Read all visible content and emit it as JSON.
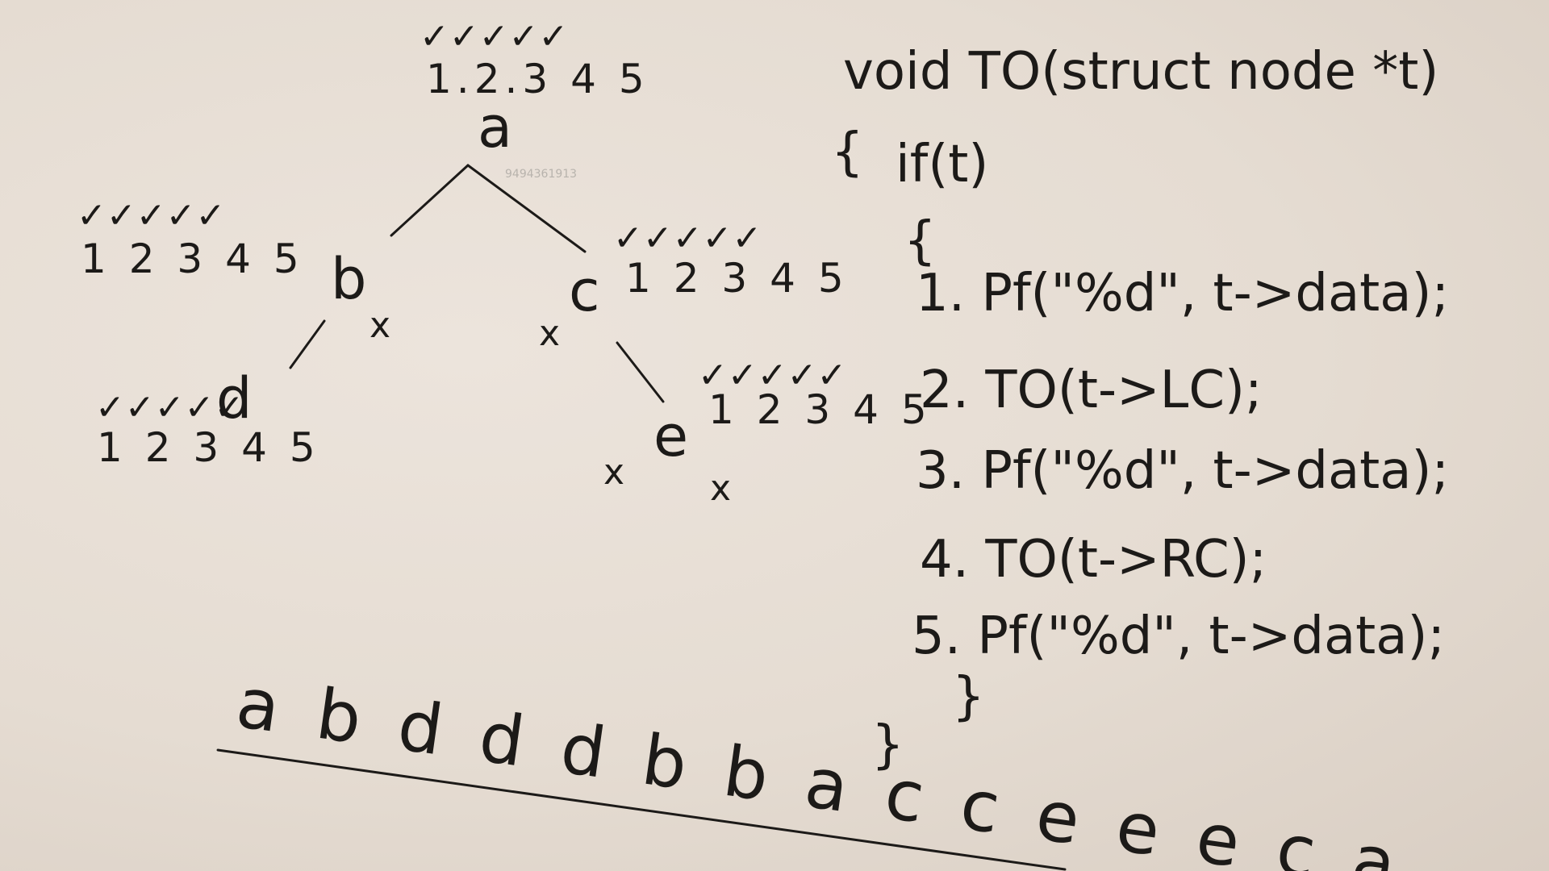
{
  "tree": {
    "nodes": [
      {
        "id": "a",
        "label": "a",
        "steps": "1.2.3 4 5",
        "ticks": "✓✓✓✓✓"
      },
      {
        "id": "b",
        "label": "b",
        "steps": "1 2 3 4 5",
        "ticks": "✓✓✓✓✓"
      },
      {
        "id": "c",
        "label": "c",
        "steps": "1 2 3 4 5",
        "ticks": "✓✓✓✓✓"
      },
      {
        "id": "d",
        "label": "d",
        "steps": "1 2 3 4 5",
        "ticks": "✓✓✓✓✓"
      },
      {
        "id": "e",
        "label": "e",
        "steps": "1 2 3 4 5",
        "ticks": "✓✓✓✓✓"
      }
    ],
    "null_mark": "x"
  },
  "code": {
    "signature": "void TO(struct node *t)",
    "open_brace": "{",
    "if_line": "if(t)",
    "inner_open": "{",
    "lines": [
      "1. Pf(\"%d\", t->data);",
      "2. TO(t->LC);",
      "3. Pf(\"%d\", t->data);",
      "4. TO(t->RC);",
      "5. Pf(\"%d\", t->data);"
    ],
    "inner_close": "}",
    "outer_close": "}"
  },
  "output": "a b d d d b b a c c e e e c a",
  "watermark": "9494361913"
}
